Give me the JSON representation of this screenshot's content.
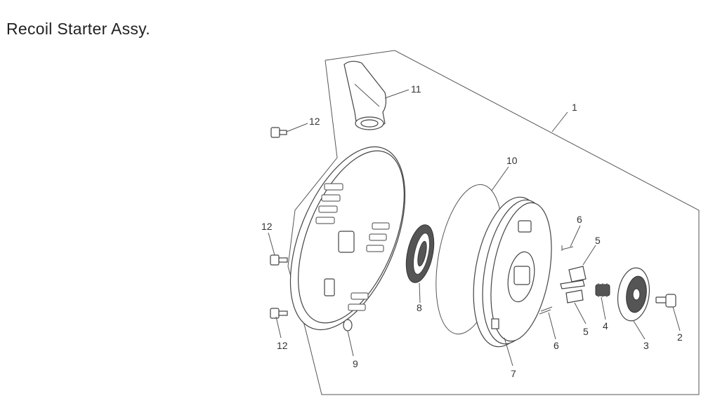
{
  "title": "Recoil Starter Assy.",
  "callouts": {
    "c1": "1",
    "c2": "2",
    "c3": "3",
    "c4": "4",
    "c5a": "5",
    "c5b": "5",
    "c6a": "6",
    "c6b": "6",
    "c7": "7",
    "c8": "8",
    "c9": "9",
    "c10": "10",
    "c11": "11",
    "c12a": "12",
    "c12b": "12",
    "c12c": "12"
  },
  "colors": {
    "line": "#555555",
    "text": "#333333",
    "background": "#ffffff"
  }
}
